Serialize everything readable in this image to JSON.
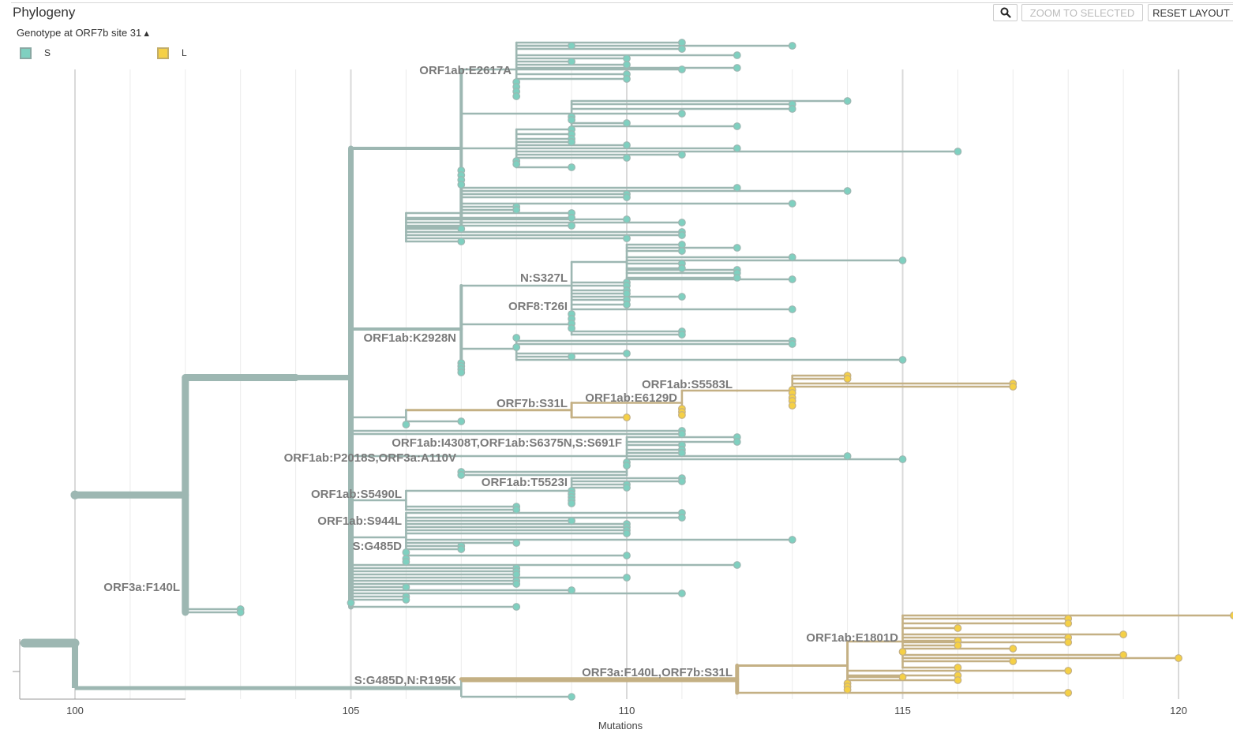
{
  "header": {
    "title": "Phylogeny"
  },
  "legend": {
    "title": "Genotype at ORF7b site 31",
    "items": [
      {
        "label": "S",
        "color": "#7fd0c0",
        "border": "#8aa8a3"
      },
      {
        "label": "L",
        "color": "#f5d046",
        "border": "#c2ad6a"
      }
    ]
  },
  "toolbar": {
    "zoom_icon": "search-icon",
    "zoom_selected_label": "ZOOM TO SELECTED",
    "reset_layout_label": "RESET LAYOUT"
  },
  "axis": {
    "label": "Mutations",
    "ticks": [
      100,
      105,
      110,
      115,
      120
    ],
    "range": [
      99,
      121
    ]
  },
  "colors": {
    "s_branch": "#9db7b2",
    "l_branch": "#c4b084",
    "s_tip": "#7fd0c0",
    "l_tip": "#f5d046"
  },
  "branch_labels": [
    {
      "text": "ORF1ab:E2617A",
      "at": 107
    },
    {
      "text": "N:S327L",
      "at": 109
    },
    {
      "text": "ORF8:T26I",
      "at": 109
    },
    {
      "text": "ORF1ab:K2928N",
      "at": 107
    },
    {
      "text": "ORF1ab:S5583L",
      "at": 112
    },
    {
      "text": "ORF7b:S31L",
      "at": 109
    },
    {
      "text": "ORF1ab:E6129D",
      "at": 111
    },
    {
      "text": "ORF1ab:I4308T,ORF1ab:S6375N,S:S691F",
      "at": 110
    },
    {
      "text": "ORF1ab:P2018S,ORF3a:A110V",
      "at": 107
    },
    {
      "text": "ORF1ab:T5523I",
      "at": 109
    },
    {
      "text": "ORF1ab:S5490L",
      "at": 106
    },
    {
      "text": "ORF1ab:S944L",
      "at": 106
    },
    {
      "text": "S:G485D",
      "at": 106
    },
    {
      "text": "ORF3a:F140L",
      "at": 102
    },
    {
      "text": "ORF1ab:E1801D",
      "at": 115
    },
    {
      "text": "ORF3a:F140L,ORF7b:S31L",
      "at": 112
    },
    {
      "text": "S:G485D,N:R195K",
      "at": 107
    }
  ]
}
